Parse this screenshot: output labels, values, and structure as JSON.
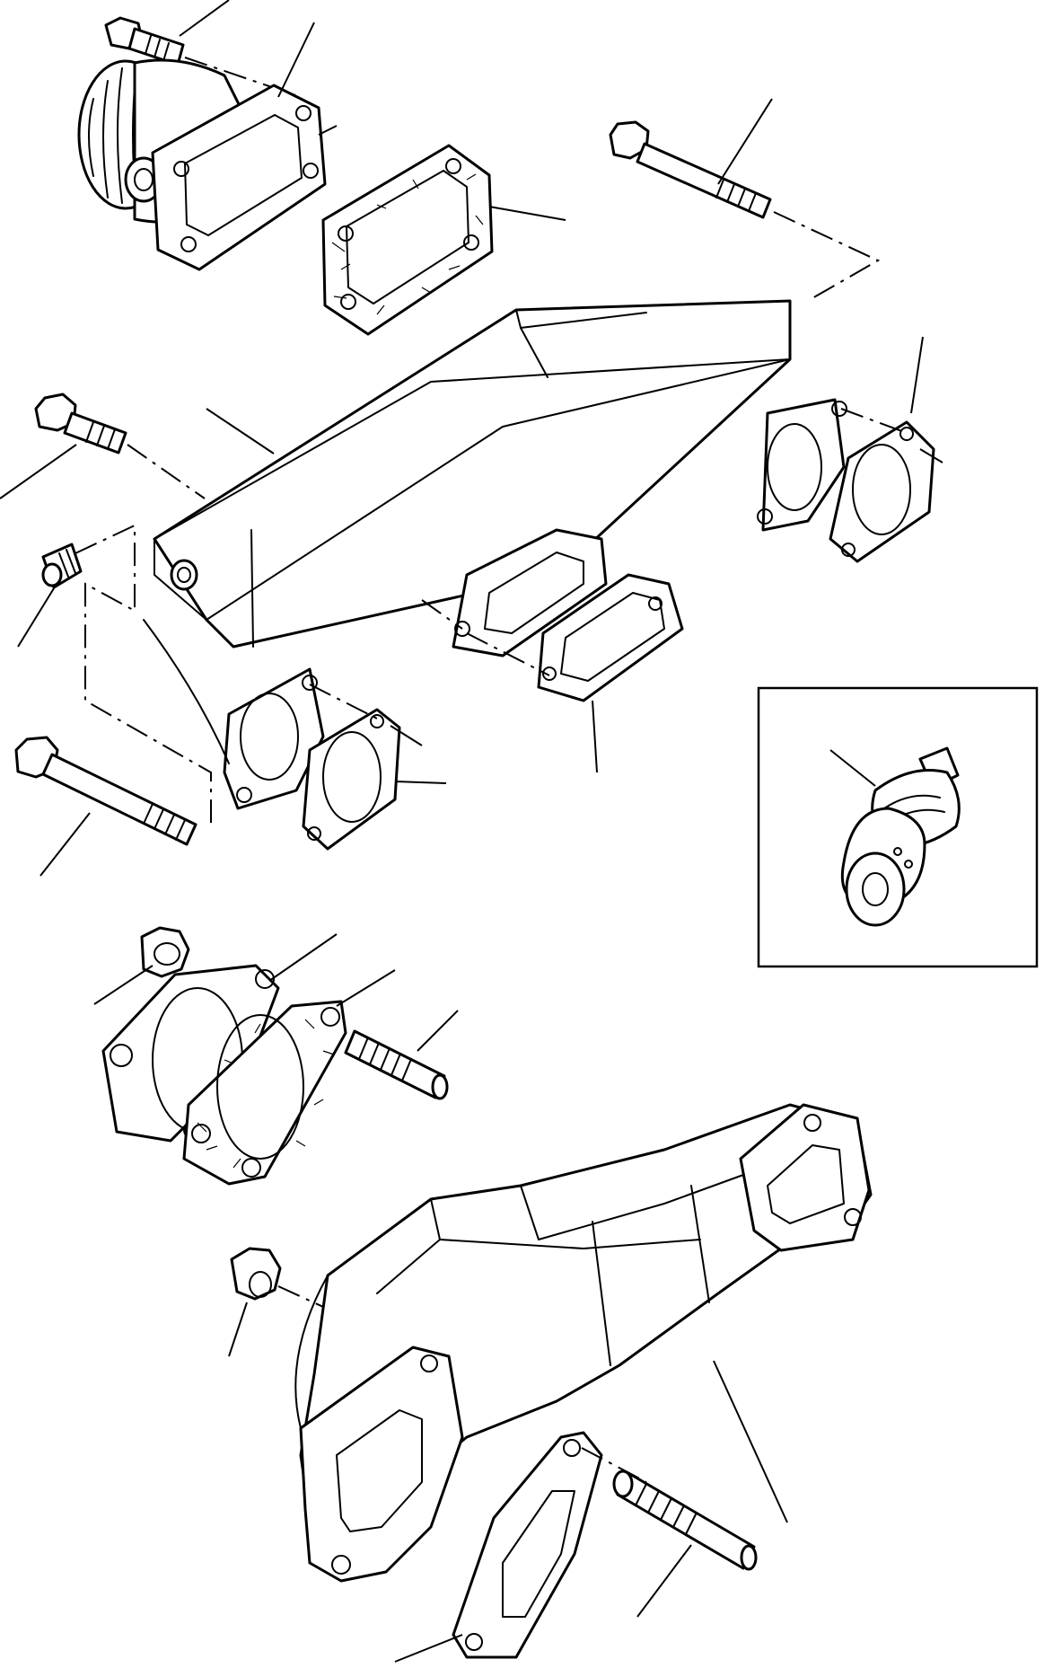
{
  "diagram": {
    "type": "exploded-parts-view",
    "inset": true,
    "callouts": [
      {
        "part": "turbo-elbow-bolt"
      },
      {
        "part": "turbo-elbow"
      },
      {
        "part": "turbo-elbow-gasket"
      },
      {
        "part": "manifold-end-bolt"
      },
      {
        "part": "exhaust-manifold-upper"
      },
      {
        "part": "port-gasket-rear"
      },
      {
        "part": "manifold-bolt-left"
      },
      {
        "part": "plug"
      },
      {
        "part": "port-gasket-middle"
      },
      {
        "part": "port-gasket-front"
      },
      {
        "part": "manifold-bolt-long"
      },
      {
        "part": "temperature-sender"
      },
      {
        "part": "flange-nut"
      },
      {
        "part": "outlet-flange"
      },
      {
        "part": "outlet-flange-gasket"
      },
      {
        "part": "flange-stud"
      },
      {
        "part": "manifold-nut"
      },
      {
        "part": "exhaust-manifold-lower"
      },
      {
        "part": "manifold-stud"
      },
      {
        "part": "port-gasket-lower"
      }
    ]
  },
  "page_number": ""
}
